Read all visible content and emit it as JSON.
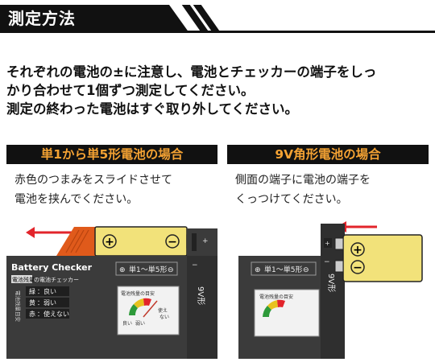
{
  "header": {
    "title": "測定方法"
  },
  "instructions": [
    "それぞれの電池の±に注意し、電池とチェッカーの端子をしっ",
    "かり合わせて1個ずつ測定してください。",
    "測定の終わった電池はすぐ取り外してください。"
  ],
  "sections": [
    {
      "heading": "単1から単5形電池の場合",
      "lines": [
        "赤色のつまみをスライドさせて",
        "電池を挟んでください。"
      ]
    },
    {
      "heading": "9V角形電池の場合",
      "lines": [
        "側面の端子に電池の端子を",
        "くっつけてください。"
      ]
    }
  ],
  "device": {
    "brand": "Battery Checker",
    "subtitle_badge": "電池残量",
    "subtitle": "の電池チェッカー",
    "slot_label": "単1～単5形",
    "side_label": "9V形",
    "legend_title": "電池残量の目安",
    "legend": [
      {
        "key": "緑",
        "value": "良い"
      },
      {
        "key": "黄",
        "value": "弱い"
      },
      {
        "key": "赤",
        "value": "使えない"
      }
    ],
    "legend_side_label": "電池残量目安",
    "meter_title": "電池残量の目安",
    "meter_labels": [
      "良い",
      "弱い",
      "使え\nない"
    ]
  },
  "colors": {
    "accent": "#f4a233",
    "arrow": "#e2242b",
    "slider": "#e05a1b",
    "battery": "#f2e27a",
    "body": "#3b3b3b"
  }
}
